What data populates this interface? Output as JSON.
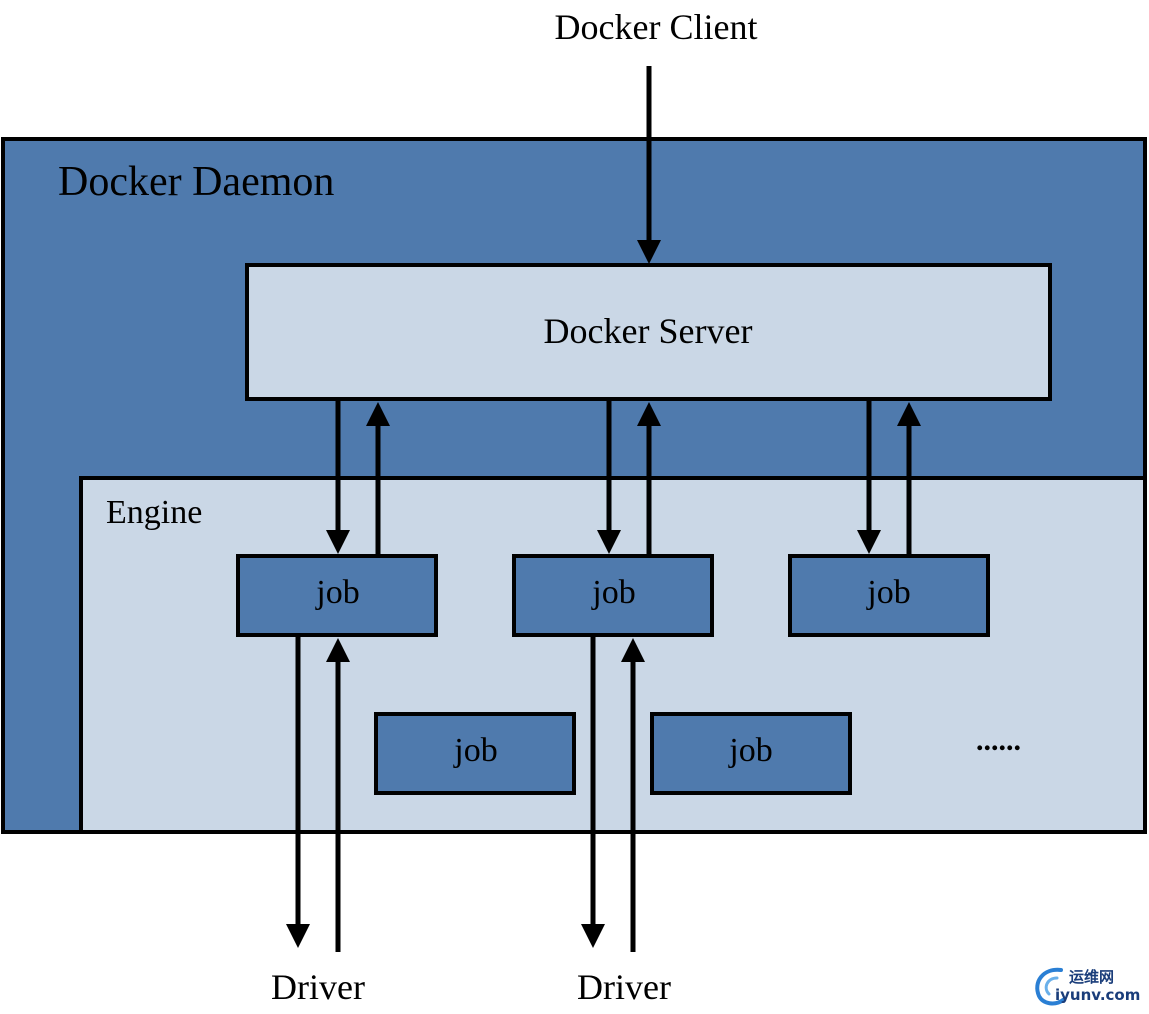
{
  "diagram": {
    "client_label": "Docker Client",
    "daemon_label": "Docker Daemon",
    "server_label": "Docker Server",
    "engine_label": "Engine",
    "jobs": [
      "job",
      "job",
      "job",
      "job",
      "job"
    ],
    "ellipsis": "......",
    "drivers": [
      "Driver",
      "Driver"
    ]
  },
  "colors": {
    "daemon_fill": "#4f7aad",
    "engine_fill": "#cad7e6",
    "server_fill": "#cad7e6",
    "job_fill": "#4f7aad",
    "stroke": "#000000"
  },
  "watermark": {
    "top": "运维网",
    "bottom": "iyunv.com"
  }
}
